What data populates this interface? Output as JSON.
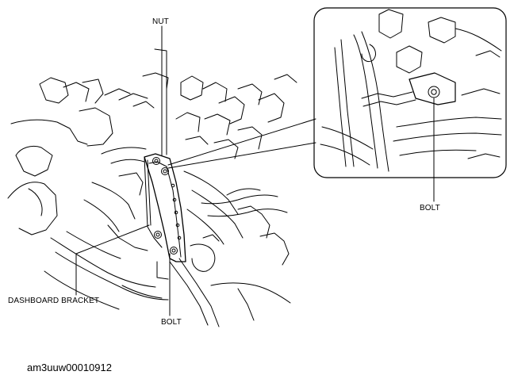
{
  "labels": {
    "nut": "NUT",
    "bolt_detail": "BOLT",
    "dashboard_bracket": "DASHBOARD BRACKET",
    "bolt_main": "BOLT"
  },
  "document_id": "am3uuw00010912",
  "colors": {
    "line": "#000000",
    "background": "#ffffff"
  }
}
